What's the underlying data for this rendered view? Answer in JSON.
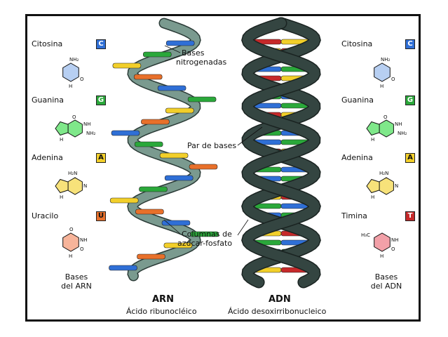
{
  "left_panel": {
    "bases": [
      {
        "name": "Citosina",
        "letter": "C",
        "color": "#2f6fd6",
        "mol": "cytosine"
      },
      {
        "name": "Guanina",
        "letter": "G",
        "color": "#2aa83a",
        "mol": "guanine"
      },
      {
        "name": "Adenina",
        "letter": "A",
        "color": "#f2cf2a",
        "mol": "adenine"
      },
      {
        "name": "Uracilo",
        "letter": "U",
        "color": "#e8702a",
        "mol": "uracil"
      }
    ],
    "caption_line1": "Bases",
    "caption_line2": "del ARN"
  },
  "right_panel": {
    "bases": [
      {
        "name": "Citosina",
        "letter": "C",
        "color": "#2f6fd6",
        "mol": "cytosine"
      },
      {
        "name": "Guanina",
        "letter": "G",
        "color": "#2aa83a",
        "mol": "guanine"
      },
      {
        "name": "Adenina",
        "letter": "A",
        "color": "#f2cf2a",
        "mol": "adenine"
      },
      {
        "name": "Timina",
        "letter": "T",
        "color": "#c6292a",
        "mol": "thymine"
      }
    ],
    "caption_line1": "Bases",
    "caption_line2": "del ADN"
  },
  "annotations": {
    "bases_line1": "Bases",
    "bases_line2": "nitrogenadas",
    "pair": "Par de bases",
    "backbone_line1": "Columnas de",
    "backbone_line2": "azúcar-fosfato"
  },
  "rna": {
    "title": "ARN",
    "subtitle": "Ácido ribunocléico"
  },
  "dna": {
    "title": "ADN",
    "subtitle": "Ácido desoxirribonucleico"
  },
  "molecule_atoms": {
    "nh2": "NH₂",
    "nh": "NH",
    "n": "N",
    "h": "H",
    "o": "O",
    "h2n": "H₂N",
    "h3c": "H₃C"
  },
  "colors": {
    "rna_backbone": "#7a9a8f",
    "dna_backbone": "#344541",
    "cytosine": "#2f6fd6",
    "guanine": "#2aa83a",
    "adenine": "#f2cf2a",
    "uracil": "#e8702a",
    "thymine": "#c6292a",
    "cytosine_fill": "#b7cff2",
    "guanine_fill": "#7fe88a",
    "adenine_fill": "#f7e27a",
    "uracil_fill": "#f7b49a",
    "thymine_fill": "#f2a0a8"
  }
}
